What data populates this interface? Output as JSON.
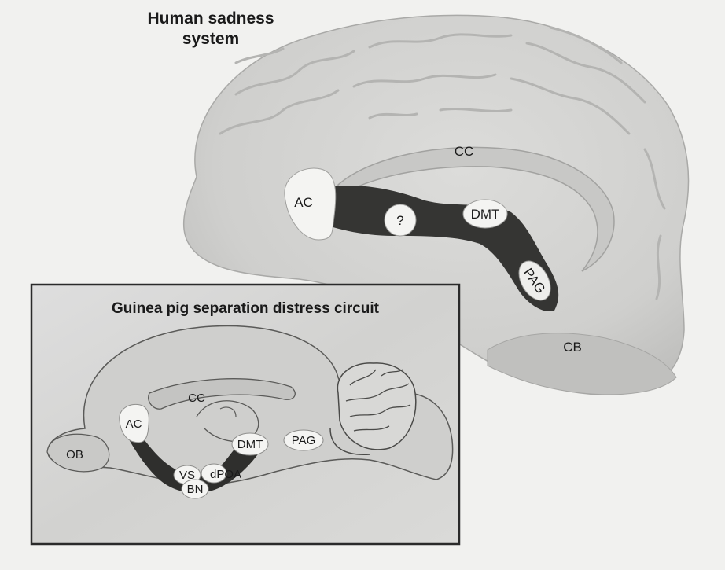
{
  "human": {
    "title_line1": "Human sadness",
    "title_line2": "system",
    "labels": {
      "ac": "AC",
      "cc": "CC",
      "unknown": "?",
      "dmt": "DMT",
      "pag": "PAG",
      "cb": "CB"
    }
  },
  "guinea_pig": {
    "title": "Guinea pig separation distress circuit",
    "labels": {
      "cc": "CC",
      "ac": "AC",
      "ob": "OB",
      "dmt": "DMT",
      "pag": "PAG",
      "vs": "VS",
      "dpoa": "dPOA",
      "bn": "BN"
    }
  },
  "colors": {
    "background": "#f1f1ef",
    "brain_fill": "#d2d2d0",
    "pathway": "#3a3a3a",
    "node_fill": "#f4f4f2",
    "inset_fill": "#d7d7d5"
  }
}
